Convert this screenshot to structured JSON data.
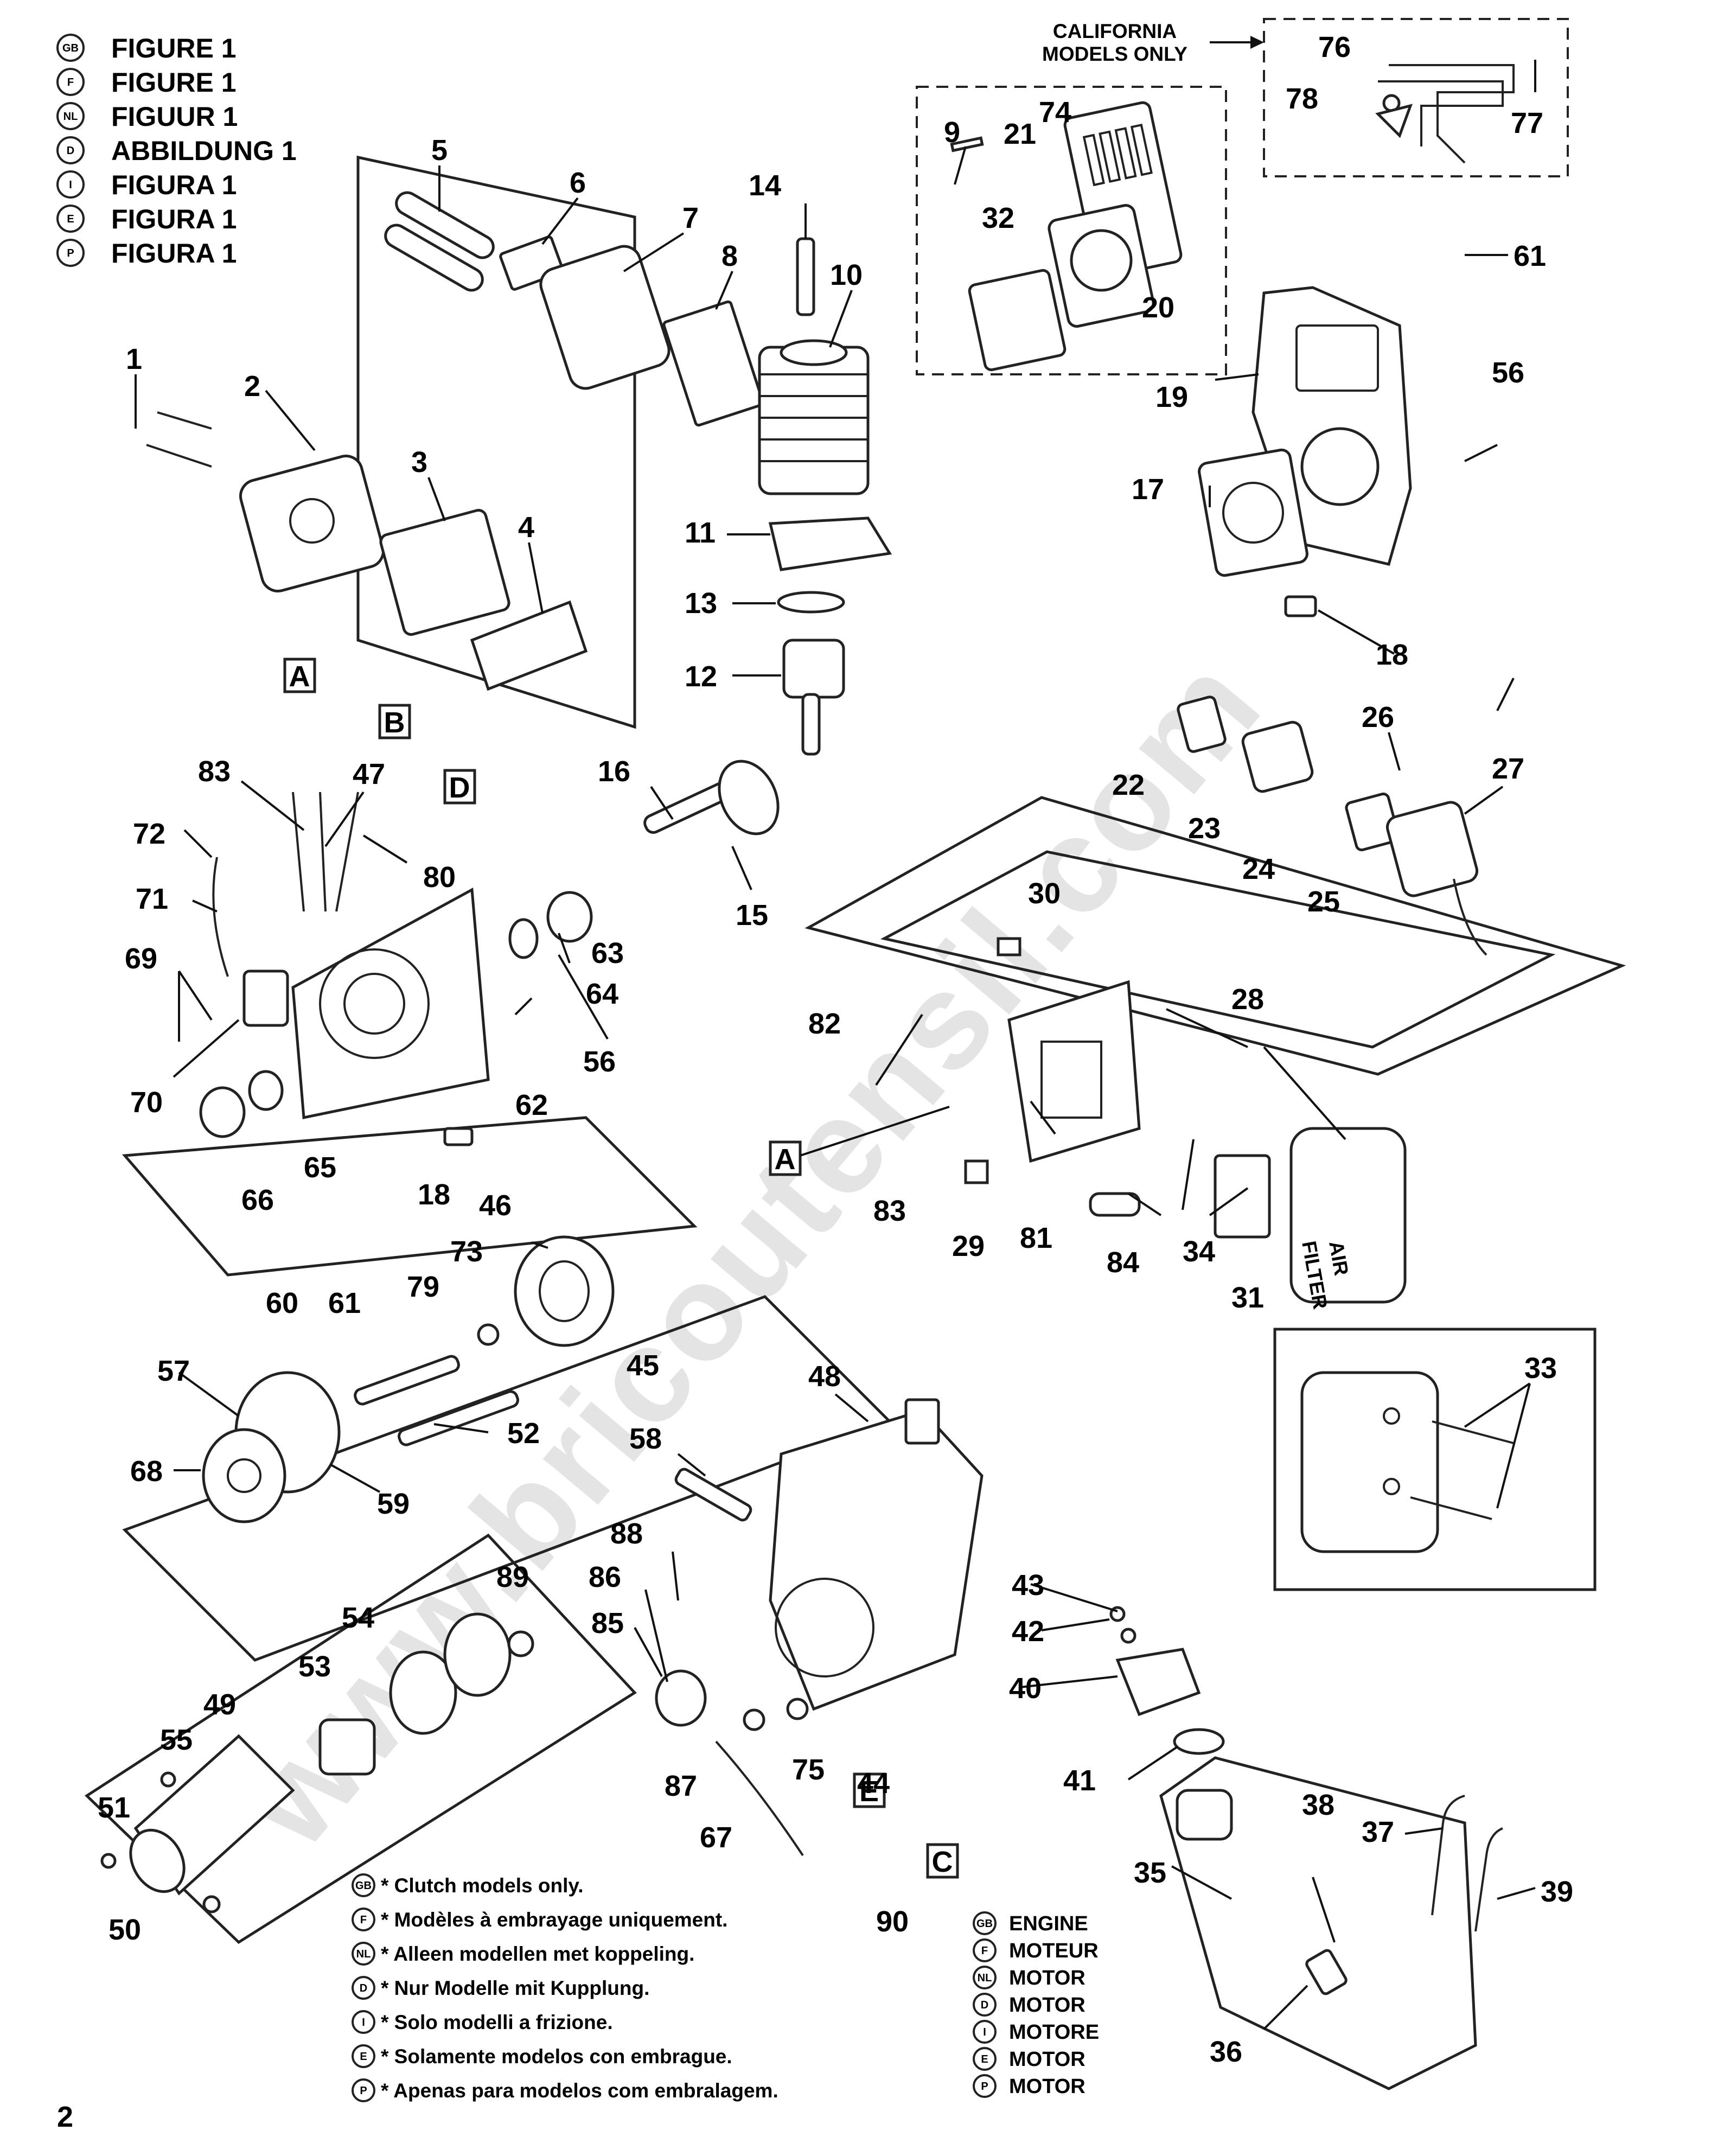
{
  "headings": [
    {
      "lang": "GB",
      "label": "FIGURE 1"
    },
    {
      "lang": "F",
      "label": "FIGURE 1"
    },
    {
      "lang": "NL",
      "label": "FIGUUR 1"
    },
    {
      "lang": "D",
      "label": "ABBILDUNG 1"
    },
    {
      "lang": "I",
      "label": "FIGURA 1"
    },
    {
      "lang": "E",
      "label": "FIGURA 1"
    },
    {
      "lang": "P",
      "label": "FIGURA 1"
    }
  ],
  "california_label": [
    "CALIFORNIA",
    "MODELS ONLY"
  ],
  "watermark": "www.bricoutensil.com",
  "air_filter_label": [
    "AIR",
    "FILTER"
  ],
  "letter_tags": [
    "A",
    "B",
    "D",
    "A",
    "E",
    "C"
  ],
  "callouts": {
    "c1": "1",
    "c2": "2",
    "c3": "3",
    "c4": "4",
    "c5": "5",
    "c6": "6",
    "c7": "7",
    "c8": "8",
    "c9": "9",
    "c10": "10",
    "c11": "11",
    "c12": "12",
    "c13": "13",
    "c14": "14",
    "c15": "15",
    "c16": "16",
    "c17": "17",
    "c18a": "18",
    "c18b": "18",
    "c19": "19",
    "c20": "20",
    "c21": "21",
    "c22": "22",
    "c23": "23",
    "c24": "24",
    "c25": "25",
    "c26": "26",
    "c27": "27",
    "c28": "28",
    "c29": "29",
    "c30": "30",
    "c31": "31",
    "c32": "32",
    "c33": "33",
    "c34": "34",
    "c35": "35",
    "c36": "36",
    "c37": "37",
    "c38": "38",
    "c39": "39",
    "c40": "40",
    "c41": "41",
    "c42": "42",
    "c43": "43",
    "c44": "44",
    "c45": "45",
    "c46": "46",
    "c47": "47",
    "c48": "48",
    "c49": "49",
    "c50": "50",
    "c51": "51",
    "c52": "52",
    "c53": "53",
    "c54": "54",
    "c55": "55",
    "c56a": "56",
    "c56b": "56",
    "c57": "57",
    "c58": "58",
    "c59": "59",
    "c60": "60",
    "c61a": "61",
    "c61b": "61",
    "c62": "62",
    "c63": "63",
    "c64": "64",
    "c65": "65",
    "c66": "66",
    "c67": "67",
    "c68": "68",
    "c69": "69",
    "c70": "70",
    "c71": "71",
    "c72": "72",
    "c73": "73",
    "c74": "74",
    "c75": "75",
    "c76": "76",
    "c77": "77",
    "c78": "78",
    "c79": "79",
    "c80": "80",
    "c81": "81",
    "c82": "82",
    "c83a": "83",
    "c83b": "83",
    "c84": "84",
    "c85": "85",
    "c86": "86",
    "c87": "87",
    "c88": "88",
    "c89": "89",
    "c90": "90"
  },
  "clutch_notes": [
    {
      "lang": "GB",
      "text": "* Clutch models only."
    },
    {
      "lang": "F",
      "text": "* Modèles à embrayage uniquement."
    },
    {
      "lang": "NL",
      "text": "* Alleen modellen met koppeling."
    },
    {
      "lang": "D",
      "text": "* Nur Modelle mit Kupplung."
    },
    {
      "lang": "I",
      "text": "* Solo modelli a frizione."
    },
    {
      "lang": "E",
      "text": "* Solamente modelos con embrague."
    },
    {
      "lang": "P",
      "text": "* Apenas para modelos com embralagem."
    }
  ],
  "engine_labels": [
    {
      "lang": "GB",
      "text": "ENGINE"
    },
    {
      "lang": "F",
      "text": "MOTEUR"
    },
    {
      "lang": "NL",
      "text": "MOTOR"
    },
    {
      "lang": "D",
      "text": "MOTOR"
    },
    {
      "lang": "I",
      "text": "MOTORE"
    },
    {
      "lang": "E",
      "text": "MOTOR"
    },
    {
      "lang": "P",
      "text": "MOTOR"
    }
  ],
  "page_number": "2"
}
